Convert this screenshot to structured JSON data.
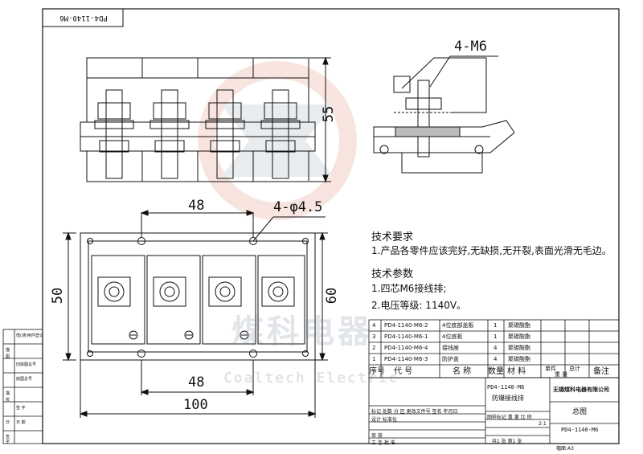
{
  "drawing_code_flipped": "PD4-1140-M6",
  "dimensions": {
    "side_label": "4-M6",
    "height_front": "55",
    "pitch_top": "48",
    "holes": "4-φ4.5",
    "height_plan": "50",
    "height_plan_right": "60",
    "pitch_bottom": "48",
    "overall_width": "100"
  },
  "notes": {
    "requirements_title": "技术要求",
    "requirements_1": "1.产品各零件应该完好,无缺损,无开裂,表面光滑无毛边。",
    "params_title": "技术参数",
    "params_1": "1.四芯M6接线排;",
    "params_2": "2.电压等级: 1140V。"
  },
  "watermark": {
    "cn": "煤科电器",
    "en": "Coaltech Electric"
  },
  "bom": {
    "headers": [
      "序号",
      "代  号",
      "名  称",
      "数量",
      "材  料",
      "单件",
      "总计",
      "重  量",
      "备注"
    ],
    "rows": [
      {
        "no": "4",
        "code": "PD4-1140-M6-2",
        "name": "4位底部盖板",
        "qty": "1",
        "material": "聚碳酸酯"
      },
      {
        "no": "3",
        "code": "PD4-1140-M6-1",
        "name": "4位底板",
        "qty": "1",
        "material": "聚碳酸酯"
      },
      {
        "no": "2",
        "code": "PD4-1140-M6-4",
        "name": "接线座",
        "qty": "4",
        "material": "聚碳酸酯"
      },
      {
        "no": "1",
        "code": "PD4-1140-M6-3",
        "name": "防护盖",
        "qty": "4",
        "material": "聚碳酸酯"
      }
    ]
  },
  "title_block": {
    "part_code": "PD4-1140-M6",
    "part_name": "防爆接线排",
    "company": "无锡煤科电器有限公司",
    "drawing_title": "总图",
    "drawing_no": "PD4-1140-M6",
    "sheet_info": "共1 张    第1 张",
    "scale": "2:1",
    "format": "幅面:A3",
    "stage_labels": "图样标记  重 量  比 例",
    "sig_row1": "标记 处数 分 区 更改文件号 签名 年月日",
    "sig_row2": "设计      标准化",
    "sig_row3": "审 核",
    "sig_row4": "工 艺      批 准"
  },
  "side_table": {
    "rows": [
      "借(通)用件登记",
      "旧底图总号",
      "底图总号",
      "签  字",
      "日  期"
    ],
    "col1": [
      "描",
      "图",
      "描",
      "校",
      "日",
      "签",
      "字"
    ]
  }
}
